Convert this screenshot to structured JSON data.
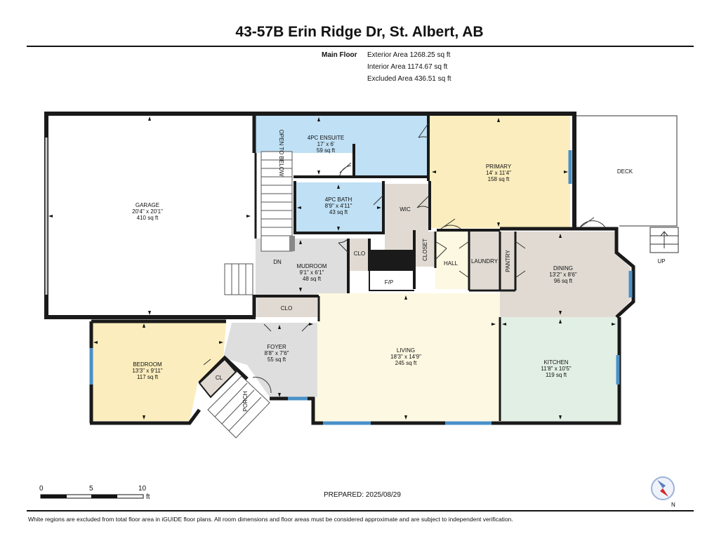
{
  "title": "43-57B Erin Ridge Dr, St. Albert, AB",
  "floor": {
    "name": "Main Floor",
    "areas": [
      "Exterior Area 1268.25 sq ft",
      "Interior Area 1174.67 sq ft",
      "Excluded Area 436.51 sq ft"
    ]
  },
  "rooms": {
    "garage": {
      "name": "GARAGE",
      "dims": "20'4\" x 20'1\"",
      "area": "410 sq ft"
    },
    "ensuite": {
      "name": "4PC ENSUITE",
      "dims": "17' x 6'",
      "area": "59 sq ft"
    },
    "bath": {
      "name": "4PC BATH",
      "dims": "8'9\" x 4'11\"",
      "area": "43 sq ft"
    },
    "primary": {
      "name": "PRIMARY",
      "dims": "14' x 11'4\"",
      "area": "158 sq ft"
    },
    "mudroom": {
      "name": "MUDROOM",
      "dims": "9'1\" x 6'1\"",
      "area": "48 sq ft"
    },
    "dining": {
      "name": "DINING",
      "dims": "13'2\" x 8'6\"",
      "area": "96 sq ft"
    },
    "foyer": {
      "name": "FOYER",
      "dims": "8'8\" x 7'6\"",
      "area": "55 sq ft"
    },
    "living": {
      "name": "LIVING",
      "dims": "18'3\" x 14'9\"",
      "area": "245 sq ft"
    },
    "kitchen": {
      "name": "KITCHEN",
      "dims": "11'8\" x 10'5\"",
      "area": "119 sq ft"
    },
    "bedroom": {
      "name": "BEDROOM",
      "dims": "13'3\" x 9'11\"",
      "area": "117 sq ft"
    }
  },
  "labels": {
    "deck": "DECK",
    "up": "UP",
    "dn": "DN",
    "clo": "CLO",
    "wic": "WIC",
    "closet": "CLOSET",
    "hall": "HALL",
    "laundry": "LAUNDRY",
    "pantry": "PANTRY",
    "fp": "F/P",
    "cl": "CL",
    "porch": "PORCH",
    "open_below": "OPEN TO BELOW"
  },
  "scale": {
    "ticks": [
      "0",
      "5",
      "10"
    ],
    "unit": "ft"
  },
  "prepared": "PREPARED: 2025/08/29",
  "compass": "N",
  "footer": "White regions are excluded from total floor area in iGUIDE floor plans. All room dimensions and floor areas must be considered approximate and are subject to independent verification.",
  "colors": {
    "wall": "#1a1a1a",
    "bath": "#bfe0f5",
    "bedroom": "#fbedbd",
    "living": "#fdf8e1",
    "kitchen": "#e2efe4",
    "utility": "#e0dad2",
    "gray": "#dedede",
    "window": "#4a90c8"
  }
}
